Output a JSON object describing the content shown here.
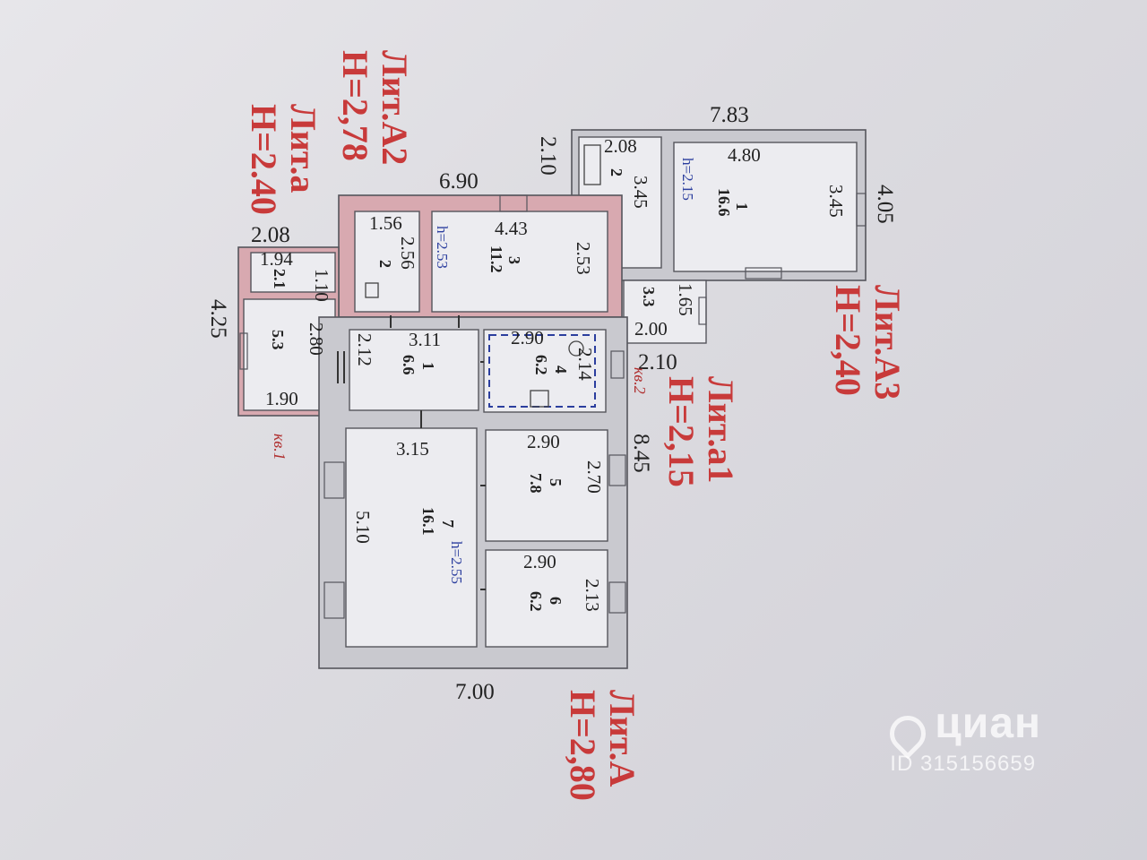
{
  "labels": {
    "lit_a2": {
      "title": "Лит.А2",
      "height": "Н=2,78"
    },
    "lit_a_small": {
      "title": "Лит.а",
      "height": "Н=2.40"
    },
    "lit_a3": {
      "title": "Лит.А3",
      "height": "Н=2,40"
    },
    "lit_a1": {
      "title": "Лит.а1",
      "height": "Н=2,15"
    },
    "lit_a_main": {
      "title": "Лит.А",
      "height": "Н=2,80"
    }
  },
  "apartments": {
    "kv1": "кв.1",
    "kv2": "кв.2"
  },
  "outer_dims": {
    "top_a2": "6.90",
    "top_a3": "7.83",
    "right_a3": "4.05",
    "left_a3": "2.10",
    "top_a_small": "2.08",
    "left_a_small": "4.25",
    "bottom_main": "7.00",
    "right_main": "8.45",
    "a1_side": "2.10"
  },
  "rooms": [
    {
      "id": "a3_1",
      "number": "1",
      "area": "16.6",
      "dims": [
        "4.80",
        "3.45"
      ],
      "height": "h=2.15"
    },
    {
      "id": "a3_2",
      "number": "2",
      "dims": [
        "2.08",
        "3.45"
      ]
    },
    {
      "id": "a2_3",
      "number": "3",
      "area": "11.2",
      "dims": [
        "4.43",
        "2.53"
      ],
      "height": "h=2.53"
    },
    {
      "id": "a2_2",
      "number": "2",
      "dims": [
        "1.56",
        "2.56"
      ]
    },
    {
      "id": "a_small_top",
      "area": "2.1",
      "dims": [
        "1.94",
        "1.10"
      ]
    },
    {
      "id": "a_small_5",
      "area": "5.3",
      "dims": [
        "2.80",
        "1.90"
      ]
    },
    {
      "id": "a_1",
      "number": "1",
      "area": "6.6",
      "dims": [
        "3.11",
        "2.12"
      ]
    },
    {
      "id": "a_4",
      "number": "4",
      "area": "6.2",
      "dims": [
        "2.90",
        "2.14"
      ]
    },
    {
      "id": "a1_33",
      "area": "3.3",
      "dims": [
        "1.65",
        "2.00"
      ]
    },
    {
      "id": "a_7",
      "number": "7",
      "area": "16.1",
      "dims": [
        "3.15",
        "5.10"
      ],
      "height": "h=2.55"
    },
    {
      "id": "a_5",
      "number": "5",
      "area": "7.8",
      "dims": [
        "2.90",
        "2.70"
      ]
    },
    {
      "id": "a_6",
      "number": "6",
      "area": "6.2",
      "dims": [
        "2.90",
        "2.13"
      ]
    }
  ],
  "watermark": {
    "brand": "циан",
    "id": "ID 315156659"
  },
  "colors": {
    "label_red": "#c83a3a",
    "height_blue": "#2b3e9e",
    "wall_pink": "#d8a9b0",
    "wall_gray": "#c9c9cf"
  }
}
